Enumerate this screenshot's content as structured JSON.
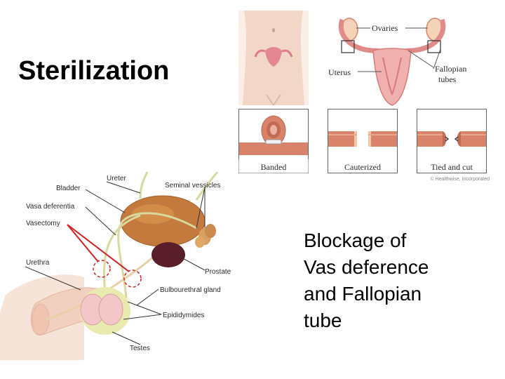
{
  "slide": {
    "title": "Sterilization",
    "caption_lines": [
      "Blockage of",
      "Vas deference",
      "and Fallopian",
      "tube"
    ]
  },
  "female_diagram": {
    "labels": {
      "ovaries": "Ovaries",
      "uterus": "Uterus",
      "fallopian_tubes_line1": "Fallopian",
      "fallopian_tubes_line2": "tubes"
    },
    "methods": [
      "Banded",
      "Cauterized",
      "Tied and cut"
    ],
    "credit": "© Healthwise, Incorporated"
  },
  "male_diagram": {
    "labels": {
      "ureter": "Ureter",
      "bladder": "Bladder",
      "seminal_vessicles": "Seminal vessicles",
      "vasa_deferentia": "Vasa deferentia",
      "vasectomy": "Vasectomy",
      "urethra": "Urethra",
      "prostate": "Prostate",
      "bulbourethral_gland": "Bulbourethral gland",
      "epididymides": "Epididymides",
      "testes": "Testes"
    }
  },
  "colors": {
    "tissue": "#e3a08a",
    "tube": "#d9846a",
    "skin": "#f2d7c8",
    "bladder": "#c47a3c",
    "prostate": "#5a1e2a",
    "vas": "#d8d8a0",
    "marker_red": "#d42020"
  }
}
